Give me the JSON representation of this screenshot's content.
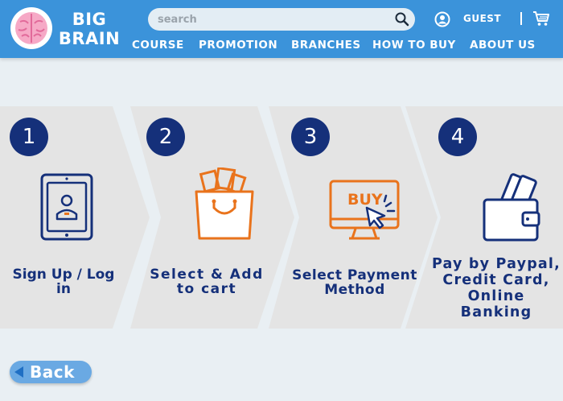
{
  "header": {
    "brand_line1": "BIG",
    "brand_line2": "BRAIN",
    "search_placeholder": "search",
    "user_label": "GUEST",
    "nav": [
      "COURSE",
      "PROMOTION",
      "BRANCHES",
      "HOW TO BUY",
      "ABOUT US"
    ]
  },
  "steps": [
    {
      "number": "1",
      "label": "Sign Up / Log in",
      "icon": "tablet-user-icon"
    },
    {
      "number": "2",
      "label": "Select & Add to cart",
      "icon": "shopping-bag-icon"
    },
    {
      "number": "3",
      "label": "Select Payment Method",
      "icon": "buy-monitor-icon"
    },
    {
      "number": "4",
      "label": "Pay by Paypal, Credit Card, Online Banking",
      "icon": "wallet-cards-icon"
    }
  ],
  "back_label": "Back",
  "colors": {
    "header": "#3b93da",
    "number_bg": "#15307a",
    "icon_orange": "#e9731c",
    "icon_navy": "#15307a",
    "step_bg": "#e4e4e4",
    "back_button": "#6aa9e3"
  }
}
